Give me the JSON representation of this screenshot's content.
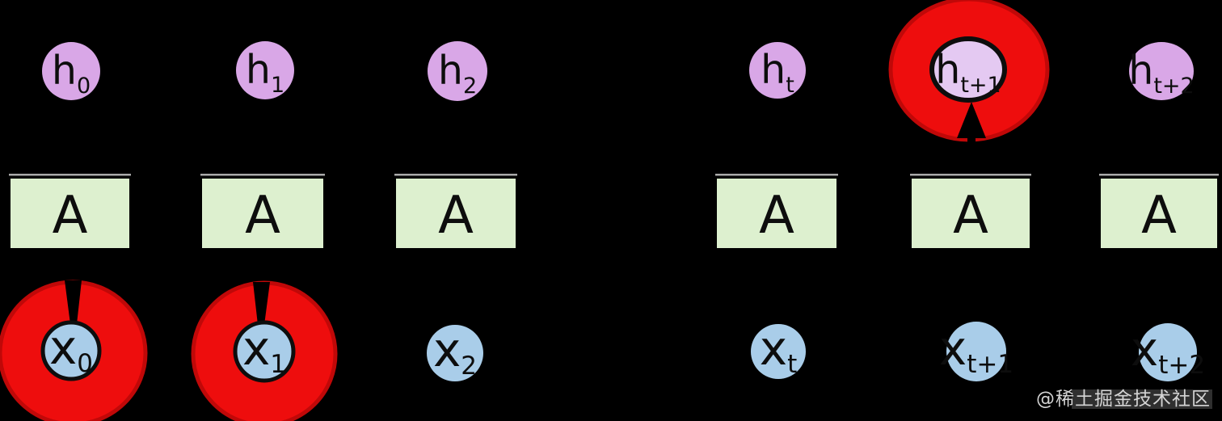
{
  "diagram": {
    "colors": {
      "highlight_red": "#ee0d0d",
      "highlight_red_edge": "#c00808",
      "hidden_node_purple": "#d9a7e7",
      "highlighted_hidden_node_purple": "#e4c9f2",
      "input_node_blue": "#a9cde9",
      "cell_box_green": "#ddf0cf",
      "edge_black": "#0d0d0d",
      "box_top_line_gray": "#c7c7c7"
    },
    "columns": [
      {
        "h_main": "h",
        "h_sub": "0",
        "box_label": "A",
        "x_main": "x",
        "x_sub": "0",
        "x_highlighted": true,
        "h_highlighted": false
      },
      {
        "h_main": "h",
        "h_sub": "1",
        "box_label": "A",
        "x_main": "x",
        "x_sub": "1",
        "x_highlighted": true,
        "h_highlighted": false
      },
      {
        "h_main": "h",
        "h_sub": "2",
        "box_label": "A",
        "x_main": "x",
        "x_sub": "2",
        "x_highlighted": false,
        "h_highlighted": false
      },
      {
        "h_main": "h",
        "h_sub": "t",
        "box_label": "A",
        "x_main": "x",
        "x_sub": "t",
        "x_highlighted": false,
        "h_highlighted": false
      },
      {
        "h_main": "h",
        "h_sub": "t+1",
        "box_label": "A",
        "x_main": "x",
        "x_sub": "t+1",
        "x_highlighted": false,
        "h_highlighted": true
      },
      {
        "h_main": "h",
        "h_sub": "t+2",
        "box_label": "A",
        "x_main": "x",
        "x_sub": "t+2",
        "x_highlighted": false,
        "h_highlighted": false
      }
    ],
    "watermark": "@稀土掘金技术社区"
  }
}
